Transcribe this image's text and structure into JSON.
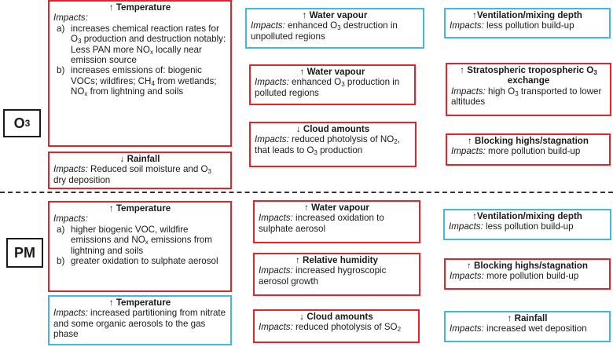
{
  "labels": {
    "o3": "O",
    "o3_sub": "3",
    "pm": "PM"
  },
  "colors": {
    "red": "#e8212b",
    "blue": "#3fb8e6",
    "black": "#1a1a1a"
  },
  "impacts_label": "Impacts:",
  "o3": {
    "temperature": {
      "title": "↑ Temperature",
      "a_marker": "a)",
      "a_parts": [
        "increases chemical reaction rates for O",
        "3",
        " production and destruction notably: Less PAN more NO",
        "x",
        " locally near emission source"
      ],
      "b_marker": "b)",
      "b_parts": [
        "increases emissions of: biogenic VOCs; wildfires; CH",
        "4",
        " from wetlands; NO",
        "x",
        " from lightning and soils"
      ]
    },
    "rainfall": {
      "title": "↓ Rainfall",
      "text": " Reduced soil moisture and O",
      "sub": "3",
      "text2": " dry deposition"
    },
    "water_vapour_1": {
      "title": "↑ Water vapour",
      "text": " enhanced O",
      "sub": "3",
      "text2": " destruction in unpolluted regions"
    },
    "water_vapour_2": {
      "title": "↑ Water vapour",
      "text": " enhanced O",
      "sub": "3",
      "text2": " production in polluted regions"
    },
    "cloud_amounts": {
      "title": "↓ Cloud amounts",
      "text": "  reduced photolysis of NO",
      "sub": "2",
      "text2": ", that leads to O",
      "sub2": "3",
      "text3": " production"
    },
    "ventilation": {
      "title": "↑Ventilation/mixing depth",
      "text": " less pollution build-up"
    },
    "strat_trop": {
      "title": "↑ Stratospheric tropospheric  O",
      "title_sub": "3",
      "title2": "exchange",
      "text": " high O",
      "sub": "3",
      "text2": " transported to lower altitudes"
    },
    "blocking": {
      "title": "↑ Blocking highs/stagnation",
      "text": " more pollution build-up"
    }
  },
  "pm": {
    "temperature_1": {
      "title": "↑ Temperature",
      "a_marker": "a)",
      "a_parts": [
        "higher biogenic VOC, wildfire emissions and NO",
        "x",
        " emissions from lightning and soils"
      ],
      "b_marker": "b)",
      "b_text": "greater oxidation to sulphate aerosol"
    },
    "temperature_2": {
      "title": "↑ Temperature",
      "text": " increased partitioning from nitrate and some organic aerosols to the gas phase"
    },
    "water_vapour": {
      "title": "↑ Water vapour",
      "text": " increased oxidation to sulphate aerosol"
    },
    "relative_humidity": {
      "title": "↑ Relative humidity",
      "text": " increased hygroscopic aerosol growth"
    },
    "cloud_amounts": {
      "title": "↓ Cloud amounts",
      "text": " reduced photolysis of SO",
      "sub": "2"
    },
    "ventilation": {
      "title": "↑Ventilation/mixing depth",
      "text": " less pollution build-up"
    },
    "blocking": {
      "title": "↑ Blocking highs/stagnation",
      "text": " more pollution build-up"
    },
    "rainfall": {
      "title": "↑ Rainfall",
      "text": " increased wet deposition"
    }
  }
}
